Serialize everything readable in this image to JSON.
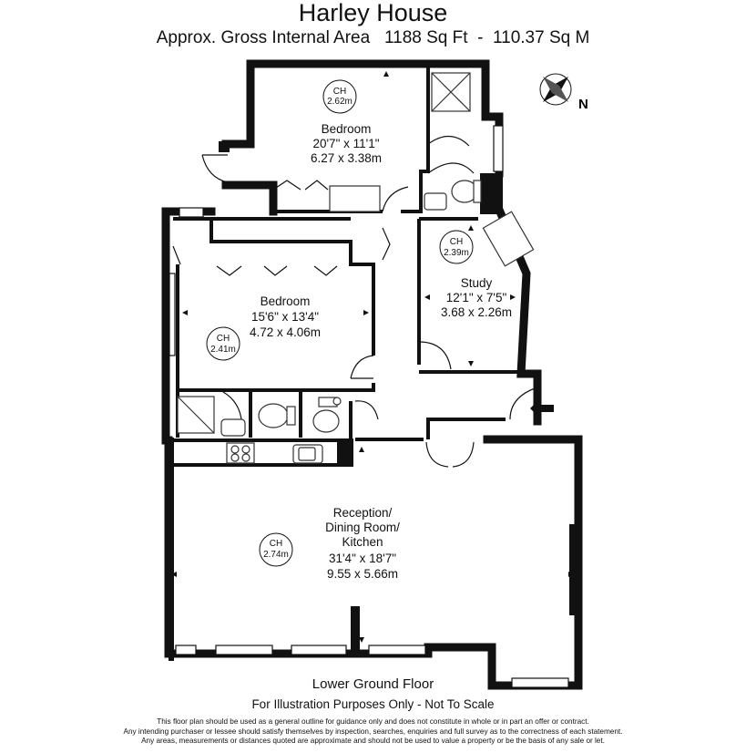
{
  "header": {
    "title": "Harley House",
    "subtitle": "Approx. Gross Internal Area   1188 Sq Ft  -  110.37 Sq M"
  },
  "compass": {
    "label": "N"
  },
  "rooms": {
    "bedroom_1": {
      "name": "Bedroom",
      "imperial": "20'7\" x 11'1\"",
      "metric": "6.27 x 3.38m",
      "ceiling": [
        "CH",
        "2.62m"
      ]
    },
    "bedroom_2": {
      "name": "Bedroom",
      "imperial": "15'6\" x 13'4\"",
      "metric": "4.72 x 4.06m",
      "ceiling": [
        "CH",
        "2.41m"
      ]
    },
    "study": {
      "name": "Study",
      "imperial": "12'1\" x 7'5\"",
      "metric": "3.68 x 2.26m",
      "ceiling": [
        "CH",
        "2.39m"
      ]
    },
    "reception": {
      "name_lines": [
        "Reception/",
        "Dining Room/",
        "Kitchen"
      ],
      "imperial": "31'4\" x 18'7\"",
      "metric": "9.55 x 5.66m",
      "ceiling": [
        "CH",
        "2.74m"
      ]
    }
  },
  "footer": {
    "floor": "Lower Ground Floor",
    "scale_note": "For Illustration Purposes Only - Not To Scale",
    "disclaimer": [
      "This floor plan should be used as a general outline for guidance only and does not constitute in whole or in part an offer or contract.",
      "Any intending purchaser or lessee should satisfy themselves by inspection, searches, enquiries and full survey as to the correctness of each statement.",
      "Any areas, measurements or distances quoted are approximate and should not be used to value a property or be the basis of any sale or let."
    ]
  },
  "colors": {
    "wall": "#111111",
    "fixture": "#333333",
    "background": "#ffffff"
  }
}
